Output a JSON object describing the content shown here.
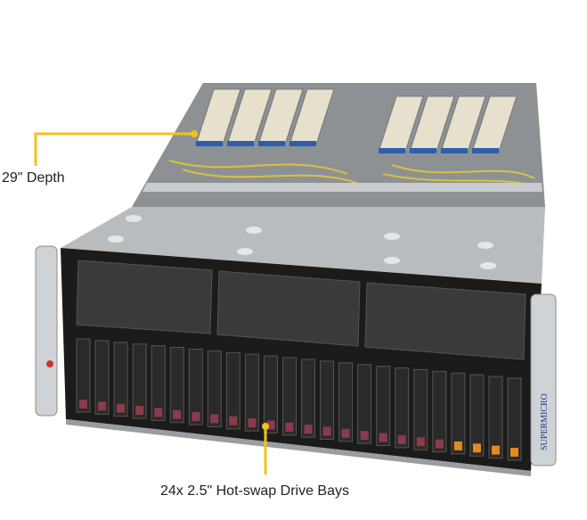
{
  "callouts": {
    "depth": "29\" Depth",
    "drive_bays": "24x 2.5\" Hot-swap Drive Bays"
  },
  "logo_text": "SUPERMICRO",
  "colors": {
    "callout": "#f0c419",
    "chassis_top": "#b9bcbf",
    "front_panel": "#1b1b1b",
    "drive_latch": "#8a3c4a",
    "nvme_latch": "#e08a20",
    "gpu_card": "#e6e0cc"
  },
  "drive_bay_count": 24
}
